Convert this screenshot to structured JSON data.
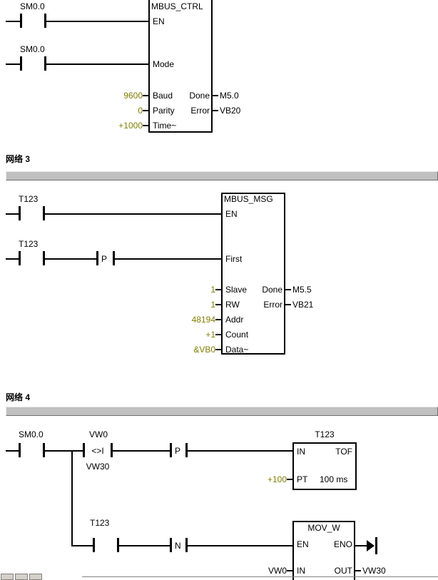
{
  "colors": {
    "constant": "#808000",
    "wire": "#000000",
    "separator_bar": "#c0c0c0"
  },
  "networks": {
    "n2": {
      "contact_en_label": "SM0.0",
      "contact_mode_label": "SM0.0",
      "block_title": "MBUS_CTRL",
      "pin_en": "EN",
      "pin_mode": "Mode",
      "pin_baud": "Baud",
      "pin_parity": "Parity",
      "pin_time": "Time~",
      "pin_done": "Done",
      "pin_error": "Error",
      "val_baud": "9600",
      "val_parity": "0",
      "val_time": "+1000",
      "out_done": "M5.0",
      "out_error": "VB20"
    },
    "n3": {
      "title": "网络 3",
      "contact_en_label": "T123",
      "contact_first_label": "T123",
      "edge_p": "P",
      "block_title": "MBUS_MSG",
      "pin_en": "EN",
      "pin_first": "First",
      "pin_slave": "Slave",
      "pin_rw": "RW",
      "pin_addr": "Addr",
      "pin_count": "Count",
      "pin_data": "Data~",
      "pin_done": "Done",
      "pin_error": "Error",
      "val_slave": "1",
      "val_rw": "1",
      "val_addr": "48194",
      "val_count": "+1",
      "val_data": "&VB0",
      "out_done": "M5.5",
      "out_error": "VB21"
    },
    "n4": {
      "title": "网络 4",
      "contact_sm_label": "SM0.0",
      "cmp_top": "VW0",
      "cmp_symbol": "<>I",
      "cmp_bottom": "VW30",
      "edge_p": "P",
      "timer_label": "T123",
      "timer_pin_in": "IN",
      "timer_type": "TOF",
      "timer_pin_pt": "PT",
      "timer_val_pt": "+100",
      "timer_preset_text": "100 ms",
      "contact_t_label": "T123",
      "edge_n": "N",
      "mov_title": "MOV_W",
      "mov_pin_en": "EN",
      "mov_pin_eno": "ENO",
      "mov_pin_in": "IN",
      "mov_pin_out": "OUT",
      "mov_val_in": "VW0",
      "mov_out_operand": "VW30"
    }
  }
}
